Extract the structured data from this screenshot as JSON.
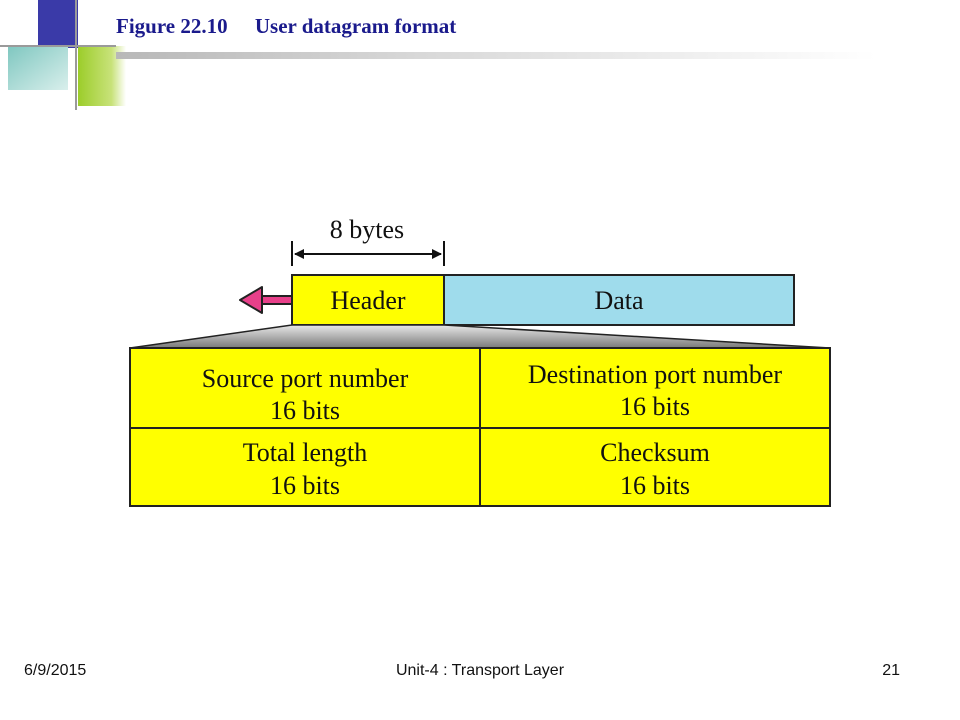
{
  "slide": {
    "figure_label": "Figure 22.10",
    "figure_title": "User datagram format"
  },
  "diagram": {
    "size_label": "8 bytes",
    "header_label": "Header",
    "data_label": "Data",
    "fields": [
      {
        "name": "Source port number",
        "size": "16 bits"
      },
      {
        "name": "Destination port number",
        "size": "16 bits"
      },
      {
        "name": "Total length",
        "size": "16 bits"
      },
      {
        "name": "Checksum",
        "size": "16 bits"
      }
    ],
    "colors": {
      "header": "#ffff00",
      "data": "#9fdcec",
      "fields": "#ffff00",
      "arrow": "#e8408a"
    }
  },
  "footer": {
    "date": "6/9/2015",
    "course": "Unit-4 : Transport Layer",
    "page": "21"
  }
}
